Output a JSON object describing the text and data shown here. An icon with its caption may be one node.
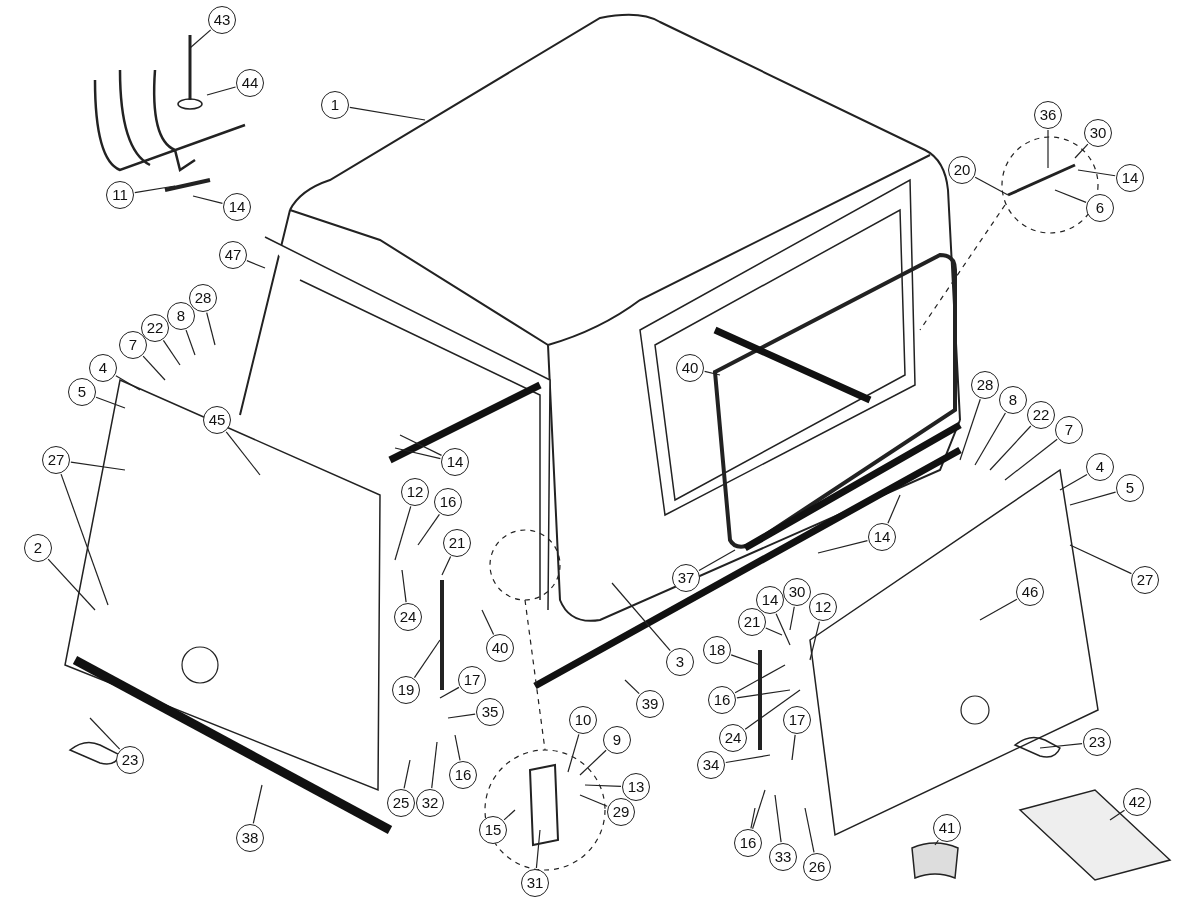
{
  "diagram": {
    "nodes": [
      {
        "text": [
          "43"
        ]
      },
      {
        "text": [
          "44"
        ]
      },
      {
        "text": [
          "11"
        ]
      },
      {
        "text": [
          "14"
        ]
      },
      {
        "text": [
          "1"
        ]
      },
      {
        "text": [
          "47"
        ]
      },
      {
        "text": [
          "20"
        ]
      },
      {
        "text": [
          "36"
        ]
      },
      {
        "text": [
          "30"
        ]
      },
      {
        "text": [
          "14"
        ]
      },
      {
        "text": [
          "6"
        ]
      },
      {
        "text": [
          "28"
        ]
      },
      {
        "text": [
          "8"
        ]
      },
      {
        "text": [
          "22"
        ]
      },
      {
        "text": [
          "7"
        ]
      },
      {
        "text": [
          "4"
        ]
      },
      {
        "text": [
          "5"
        ]
      },
      {
        "text": [
          "27"
        ]
      },
      {
        "text": [
          "45"
        ]
      },
      {
        "text": [
          "2"
        ]
      },
      {
        "text": [
          "23"
        ]
      },
      {
        "text": [
          "38"
        ]
      },
      {
        "text": [
          "14"
        ]
      },
      {
        "text": [
          "12"
        ]
      },
      {
        "text": [
          "16"
        ]
      },
      {
        "text": [
          "21"
        ]
      },
      {
        "text": [
          "24"
        ]
      },
      {
        "text": [
          "19"
        ]
      },
      {
        "text": [
          "40"
        ]
      },
      {
        "text": [
          "17"
        ]
      },
      {
        "text": [
          "35"
        ]
      },
      {
        "text": [
          "25"
        ]
      },
      {
        "text": [
          "32"
        ]
      },
      {
        "text": [
          "16"
        ]
      },
      {
        "text": [
          "10"
        ]
      },
      {
        "text": [
          "9"
        ]
      },
      {
        "text": [
          "13"
        ]
      },
      {
        "text": [
          "29"
        ]
      },
      {
        "text": [
          "15"
        ]
      },
      {
        "text": [
          "31"
        ]
      },
      {
        "text": [
          "3"
        ]
      },
      {
        "text": [
          "39"
        ]
      },
      {
        "text": [
          "37"
        ]
      },
      {
        "text": [
          "14"
        ]
      },
      {
        "text": [
          "40"
        ]
      },
      {
        "text": [
          "28"
        ]
      },
      {
        "text": [
          "8"
        ]
      },
      {
        "text": [
          "22"
        ]
      },
      {
        "text": [
          "7"
        ]
      },
      {
        "text": [
          "4"
        ]
      },
      {
        "text": [
          "5"
        ]
      },
      {
        "text": [
          "27"
        ]
      },
      {
        "text": [
          "46"
        ]
      },
      {
        "text": [
          "14"
        ]
      },
      {
        "text": [
          "30"
        ]
      },
      {
        "text": [
          "12"
        ]
      },
      {
        "text": [
          "21"
        ]
      },
      {
        "text": [
          "18"
        ]
      },
      {
        "text": [
          "16"
        ]
      },
      {
        "text": [
          "24"
        ]
      },
      {
        "text": [
          "34"
        ]
      },
      {
        "text": [
          "17"
        ]
      },
      {
        "text": [
          "23"
        ]
      },
      {
        "text": [
          "16"
        ]
      },
      {
        "text": [
          "33"
        ]
      },
      {
        "text": [
          "26"
        ]
      },
      {
        "text": [
          "41"
        ]
      },
      {
        "text": [
          "42"
        ]
      }
    ],
    "edges": [
      {
        "from": 0,
        "to": null,
        "arrow": "none"
      },
      {
        "from": 1,
        "to": null,
        "arrow": "none"
      },
      {
        "from": 2,
        "to": null,
        "arrow": "none"
      },
      {
        "from": 3,
        "to": null,
        "arrow": "none"
      },
      {
        "from": 4,
        "to": null,
        "arrow": "none"
      },
      {
        "from": 5,
        "to": null,
        "arrow": "none"
      },
      {
        "from": 6,
        "to": null,
        "arrow": "none"
      },
      {
        "from": 7,
        "to": null,
        "arrow": "none"
      },
      {
        "from": 8,
        "to": null,
        "arrow": "none"
      },
      {
        "from": 9,
        "to": null,
        "arrow": "none"
      },
      {
        "from": 10,
        "to": null,
        "arrow": "none"
      },
      {
        "from": 11,
        "to": null,
        "arrow": "none"
      },
      {
        "from": 12,
        "to": null,
        "arrow": "none"
      },
      {
        "from": 13,
        "to": null,
        "arrow": "none"
      },
      {
        "from": 14,
        "to": null,
        "arrow": "none"
      },
      {
        "from": 15,
        "to": null,
        "arrow": "none"
      },
      {
        "from": 16,
        "to": null,
        "arrow": "none"
      },
      {
        "from": 17,
        "to": null,
        "arrow": "none"
      },
      {
        "from": 17,
        "to": null,
        "arrow": "none"
      },
      {
        "from": 18,
        "to": null,
        "arrow": "none"
      },
      {
        "from": 19,
        "to": null,
        "arrow": "none"
      },
      {
        "from": 20,
        "to": null,
        "arrow": "none"
      },
      {
        "from": 21,
        "to": null,
        "arrow": "none"
      },
      {
        "from": 22,
        "to": null,
        "arrow": "none"
      },
      {
        "from": 22,
        "to": null,
        "arrow": "none"
      },
      {
        "from": 23,
        "to": null,
        "arrow": "none"
      },
      {
        "from": 24,
        "to": null,
        "arrow": "none"
      },
      {
        "from": 25,
        "to": null,
        "arrow": "none"
      },
      {
        "from": 26,
        "to": null,
        "arrow": "none"
      },
      {
        "from": 27,
        "to": null,
        "arrow": "none"
      },
      {
        "from": 28,
        "to": null,
        "arrow": "none"
      },
      {
        "from": 29,
        "to": null,
        "arrow": "none"
      },
      {
        "from": 30,
        "to": null,
        "arrow": "none"
      },
      {
        "from": 31,
        "to": null,
        "arrow": "none"
      },
      {
        "from": 32,
        "to": null,
        "arrow": "none"
      },
      {
        "from": 33,
        "to": null,
        "arrow": "none"
      },
      {
        "from": 34,
        "to": null,
        "arrow": "none"
      },
      {
        "from": 35,
        "to": null,
        "arrow": "none"
      },
      {
        "from": 36,
        "to": null,
        "arrow": "none"
      },
      {
        "from": 37,
        "to": null,
        "arrow": "none"
      },
      {
        "from": 38,
        "to": null,
        "arrow": "none"
      },
      {
        "from": 39,
        "to": null,
        "arrow": "none"
      },
      {
        "from": 40,
        "to": null,
        "arrow": "none"
      },
      {
        "from": 41,
        "to": null,
        "arrow": "none"
      },
      {
        "from": 42,
        "to": null,
        "arrow": "none"
      },
      {
        "from": 43,
        "to": null,
        "arrow": "none"
      },
      {
        "from": 43,
        "to": null,
        "arrow": "none"
      },
      {
        "from": 44,
        "to": null,
        "arrow": "none"
      },
      {
        "from": 45,
        "to": null,
        "arrow": "none"
      },
      {
        "from": 46,
        "to": null,
        "arrow": "none"
      },
      {
        "from": 47,
        "to": null,
        "arrow": "none"
      },
      {
        "from": 48,
        "to": null,
        "arrow": "none"
      },
      {
        "from": 49,
        "to": null,
        "arrow": "none"
      },
      {
        "from": 50,
        "to": null,
        "arrow": "none"
      },
      {
        "from": 51,
        "to": null,
        "arrow": "none"
      },
      {
        "from": 52,
        "to": null,
        "arrow": "none"
      },
      {
        "from": 53,
        "to": null,
        "arrow": "none"
      },
      {
        "from": 54,
        "to": null,
        "arrow": "none"
      },
      {
        "from": 55,
        "to": null,
        "arrow": "none"
      },
      {
        "from": 56,
        "to": null,
        "arrow": "none"
      },
      {
        "from": 57,
        "to": null,
        "arrow": "none"
      },
      {
        "from": 58,
        "to": null,
        "arrow": "none"
      },
      {
        "from": 58,
        "to": null,
        "arrow": "none"
      },
      {
        "from": 59,
        "to": null,
        "arrow": "none"
      },
      {
        "from": 60,
        "to": null,
        "arrow": "none"
      },
      {
        "from": 61,
        "to": null,
        "arrow": "none"
      },
      {
        "from": 62,
        "to": null,
        "arrow": "none"
      },
      {
        "from": 63,
        "to": null,
        "arrow": "none"
      },
      {
        "from": 63,
        "to": null,
        "arrow": "none"
      },
      {
        "from": 64,
        "to": null,
        "arrow": "none"
      },
      {
        "from": 65,
        "to": null,
        "arrow": "none"
      },
      {
        "from": 66,
        "to": null,
        "arrow": "none"
      },
      {
        "from": 67,
        "to": null,
        "arrow": "none"
      }
    ]
  }
}
